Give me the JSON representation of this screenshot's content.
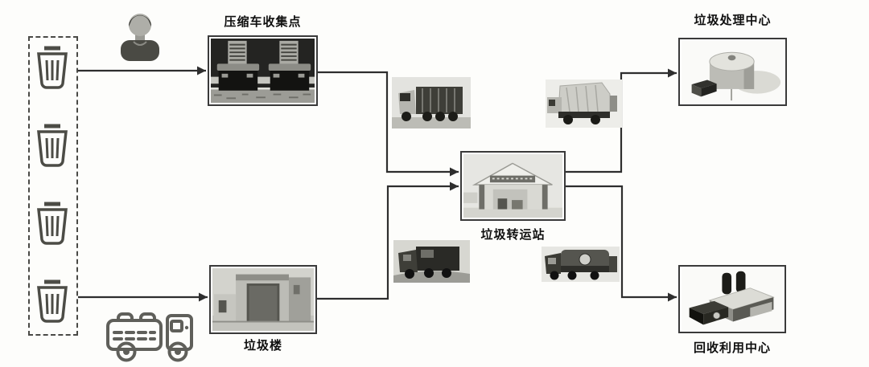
{
  "page": {
    "background": "#fdfdfb"
  },
  "diagram": {
    "nodes": {
      "compression_point": {
        "label": "压缩车收集点"
      },
      "garbage_building": {
        "label": "垃圾楼"
      },
      "transfer_station": {
        "label": "垃圾转运站"
      },
      "processing_center": {
        "label": "垃圾处理中心"
      },
      "recycling_center": {
        "label": "回收利用中心"
      }
    },
    "icons": {
      "trash_bins": {
        "icon": "trash-bin-icon",
        "count": 4
      },
      "worker": {
        "icon": "worker-icon"
      },
      "collection_truck": {
        "icon": "garbage-truck-outline-icon"
      },
      "truck_photos": [
        {
          "icon": "garbage-truck-photo-top-left"
        },
        {
          "icon": "garbage-truck-photo-bottom-left"
        },
        {
          "icon": "garbage-truck-photo-top-right"
        },
        {
          "icon": "garbage-truck-photo-bottom-right"
        }
      ]
    },
    "colors": {
      "connector": "#2e2e2e",
      "box_border": "#3a3a3a",
      "label_text": "#0f0f0f"
    }
  }
}
